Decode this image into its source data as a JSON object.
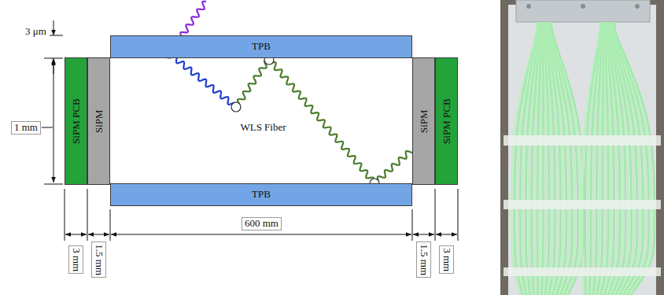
{
  "diagram": {
    "nodes": [
      {
        "text": [
          "TPB"
        ]
      },
      {
        "text": [
          "SiPM PCB"
        ]
      },
      {
        "text": [
          "SiPM"
        ]
      },
      {
        "text": [
          "SiPM"
        ]
      },
      {
        "text": [
          "SiPM PCB"
        ]
      },
      {
        "text": [
          "TPB"
        ]
      }
    ],
    "labels": [
      "3 μm",
      "1 mm",
      "WLS Fiber",
      "3 mm",
      "1.5 mm",
      "600 mm",
      "1.5 mm",
      "3 mm"
    ]
  }
}
